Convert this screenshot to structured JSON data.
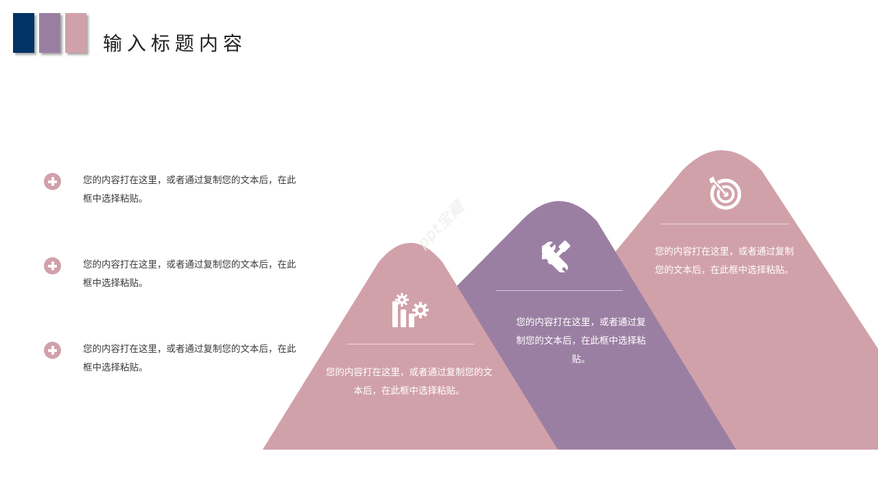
{
  "header": {
    "title": "输入标题内容",
    "color_bars": [
      "#003366",
      "#9b7fa3",
      "#d1a1aa"
    ]
  },
  "colors": {
    "pink": "#d1a1aa",
    "purple": "#9b7fa3",
    "navy": "#003366",
    "text": "#3a3a3a"
  },
  "list": {
    "items": [
      {
        "icon": "plus-circle-icon",
        "text": "您的内容打在这里，或者通过复制您的文本后，在此框中选择粘贴。"
      },
      {
        "icon": "plus-circle-icon",
        "text": "您的内容打在这里，或者通过复制您的文本后，在此框中选择粘贴。"
      },
      {
        "icon": "plus-circle-icon",
        "text": "您的内容打在这里，或者通过复制您的文本后，在此框中选择粘贴。"
      }
    ]
  },
  "peaks": [
    {
      "icon": "chart-gears-icon",
      "color": "#d1a1aa",
      "text": "您的内容打在这里，或者通过复制您的文本后，在此框中选择粘贴。"
    },
    {
      "icon": "wrench-hammer-icon",
      "color": "#9b7fa3",
      "text": "您的内容打在这里，或者通过复制您的文本后，在此框中选择粘贴。"
    },
    {
      "icon": "target-icon",
      "color": "#d1a1aa",
      "text": "您的内容打在这里，或者通过复制您的文本后，在此框中选择粘贴。"
    }
  ],
  "watermark": "ppt宝藏"
}
